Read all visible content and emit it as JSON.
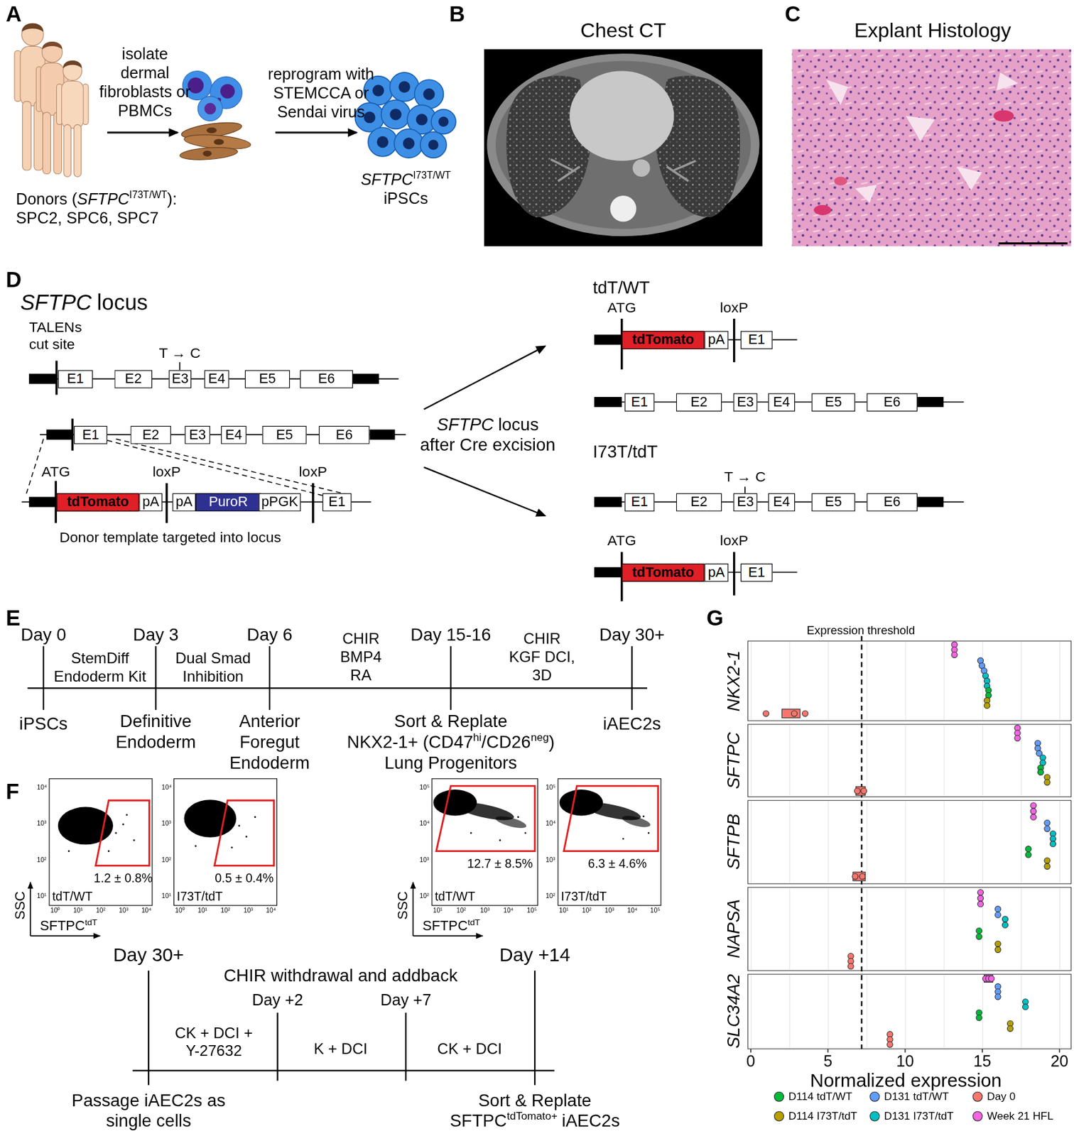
{
  "diagram": {
    "nodes": [
      {
        "text": [
          "E1"
        ]
      },
      {
        "text": [
          "E2"
        ]
      },
      {
        "text": [
          "E3"
        ]
      },
      {
        "text": [
          "E4"
        ]
      },
      {
        "text": [
          "E5"
        ]
      },
      {
        "text": [
          "E6"
        ]
      },
      {
        "text": [
          "E1"
        ]
      },
      {
        "text": [
          "E2"
        ]
      },
      {
        "text": [
          "E3"
        ]
      },
      {
        "text": [
          "E4"
        ]
      },
      {
        "text": [
          "E5"
        ]
      },
      {
        "text": [
          "E6"
        ]
      },
      {
        "text": [
          "tdTomato"
        ]
      },
      {
        "text": [
          "pA"
        ]
      },
      {
        "text": [
          "pA"
        ]
      },
      {
        "text": [
          "PuroR"
        ]
      },
      {
        "text": [
          "pPGK"
        ]
      },
      {
        "text": [
          "E1"
        ]
      },
      {
        "text": [
          "tdTomato"
        ]
      },
      {
        "text": [
          "pA"
        ]
      },
      {
        "text": [
          "E1"
        ]
      },
      {
        "text": [
          "E1"
        ]
      },
      {
        "text": [
          "E2"
        ]
      },
      {
        "text": [
          "E3"
        ]
      },
      {
        "text": [
          "E4"
        ]
      },
      {
        "text": [
          "E5"
        ]
      },
      {
        "text": [
          "E6"
        ]
      },
      {
        "text": [
          "E1"
        ]
      },
      {
        "text": [
          "E2"
        ]
      },
      {
        "text": [
          "E3"
        ]
      },
      {
        "text": [
          "E4"
        ]
      },
      {
        "text": [
          "E5"
        ]
      },
      {
        "text": [
          "E6"
        ]
      },
      {
        "text": [
          "tdTomato"
        ]
      },
      {
        "text": [
          "pA"
        ]
      },
      {
        "text": [
          "E1"
        ]
      }
    ],
    "labels": [
      "A",
      "isolate dermal fibroblasts or PBMCs",
      "reprogram with STEMCCA or Sendai virus",
      "Donors (",
      "SFTPC",
      "I73T/WT",
      "):",
      "SPC2, SPC6, SPC7",
      "SFTPC",
      "I73T/WT",
      "iPSCs",
      "B",
      "Chest CT",
      "C",
      "Explant Histology",
      "D",
      "SFTPC",
      "locus",
      "TALENs cut site",
      "T → C",
      "ATG",
      "loxP",
      "loxP",
      "Donor template targeted into locus",
      "SFTPC",
      "locus",
      "after Cre excision",
      "tdT/WT",
      "ATG",
      "loxP",
      "I73T/tdT",
      "T → C",
      "ATG",
      "loxP",
      "E",
      "Day 0",
      "Day 3",
      "Day 6",
      "Day 15-16",
      "Day 30+",
      "StemDiff Endoderm Kit",
      "Dual Smad Inhibition",
      "CHIR BMP4 RA",
      "CHIR KGF DCI, 3D",
      "iPSCs",
      "Definitive Endoderm",
      "Anterior Foregut Endoderm",
      "Sort & Replate",
      "NKX2-1+ (CD47",
      "hi",
      "/CD26",
      "neg",
      ")",
      "Lung Progenitors",
      "iAEC2s",
      "F",
      "1.2 ± 0.8%",
      "0.5 ± 0.4%",
      "12.7 ± 8.5%",
      "6.3 ± 4.6%",
      "tdT/WT",
      "I73T/tdT",
      "tdT/WT",
      "I73T/tdT",
      "SSC",
      "SFTPC",
      "tdT",
      "SSC",
      "SFTPC",
      "tdT",
      "Day 30+",
      "CHIR withdrawal and addback",
      "Day +2",
      "Day +7",
      "Day +14",
      "CK + DCI + Y-27632",
      "K + DCI",
      "CK + DCI",
      "Passage iAEC2s as single cells",
      "Sort & Replate",
      "SFTPC",
      "tdTomato+",
      "iAEC2s",
      "G",
      "Expression threshold",
      "NKX2-1",
      "SFTPC",
      "SFTPB",
      "NAPSA",
      "SLC34A2",
      "0",
      "5",
      "10",
      "15",
      "20",
      "Normalized expression",
      "10⁴",
      "10³",
      "10²",
      "10¹",
      "10⁰",
      "10¹",
      "10²",
      "10³",
      "10⁴",
      "10⁴",
      "10³",
      "10²",
      "10¹",
      "10⁰",
      "10¹",
      "10²",
      "10³",
      "10⁴",
      "10⁵",
      "10⁴",
      "10³",
      "10²",
      "10¹",
      "10²",
      "10³",
      "10⁴",
      "10⁵",
      "10⁵",
      "10⁴",
      "10³",
      "10²",
      "10¹",
      "10²",
      "10³",
      "10⁴",
      "10⁵"
    ],
    "legend": [
      {
        "text": "D114 tdT/WT",
        "color": "#00BA38"
      },
      {
        "text": "D131 tdT/WT",
        "color": "#619CFF"
      },
      {
        "text": "Day 0",
        "color": "#F8766D"
      },
      {
        "text": "D114 I73T/tdT",
        "color": "#B79F00"
      },
      {
        "text": "D131 I73T/tdT",
        "color": "#00BFC4"
      },
      {
        "text": "Week 21 HFL",
        "color": "#F564E3"
      }
    ]
  }
}
